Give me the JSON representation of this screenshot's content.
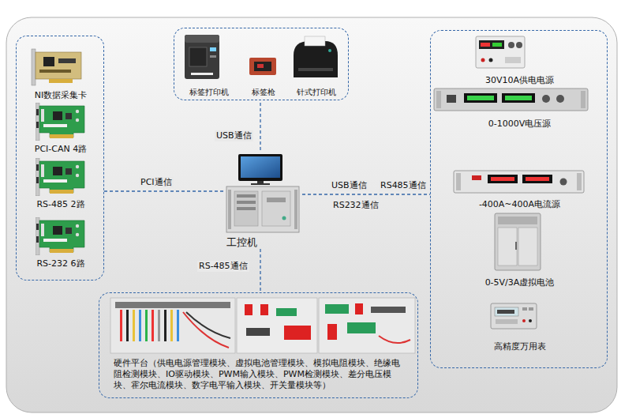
{
  "diagram": {
    "nodes": [
      {
        "text": []
      },
      {
        "text": [
          "NI数据采集卡"
        ],
        "in": 0
      },
      {
        "text": [
          "PCI-CAN 4路"
        ],
        "in": 0
      },
      {
        "text": [
          "RS-485 2路"
        ],
        "in": 0
      },
      {
        "text": [
          "RS-232 6路"
        ],
        "in": 0
      },
      {
        "text": []
      },
      {
        "text": [
          "标签打印机"
        ],
        "in": 5
      },
      {
        "text": [
          "标签枪"
        ],
        "in": 5
      },
      {
        "text": [
          "针式打印机"
        ],
        "in": 5
      },
      {
        "text": [
          "工控机"
        ]
      },
      {
        "text": []
      },
      {
        "text": [
          "30V10A供电电源"
        ],
        "in": 10
      },
      {
        "text": [
          "0-1000V电压源"
        ],
        "in": 10
      },
      {
        "text": [
          "-400A~400A电流源"
        ],
        "in": 10
      },
      {
        "text": [
          "0-5V/3A虚拟电池"
        ],
        "in": 10
      },
      {
        "text": [
          "高精度万用表"
        ],
        "in": 10
      },
      {
        "text": [
          "硬件平台（供电电源管理模块、虚拟电池管理模块、模拟电阻模块、绝缘电阻检测模块、IO驱动模块、PWM输入模块、PWM检测模块、差分电压模块、霍尔电流模块、数字电平输入模块、开关量模块等）"
        ]
      }
    ],
    "edges": [
      {
        "from": 9,
        "to": 5,
        "label": "USB通信",
        "arrow": "none"
      },
      {
        "from": 9,
        "to": 0,
        "label": "PCI通信",
        "arrow": "none"
      },
      {
        "from": 9,
        "to": 10,
        "label": "USB通信",
        "arrow": "none"
      },
      {
        "from": 9,
        "to": 16,
        "label": "RS-485通信",
        "arrow": "none"
      }
    ],
    "labels": [
      "RS232通信",
      "RS485通信"
    ]
  }
}
